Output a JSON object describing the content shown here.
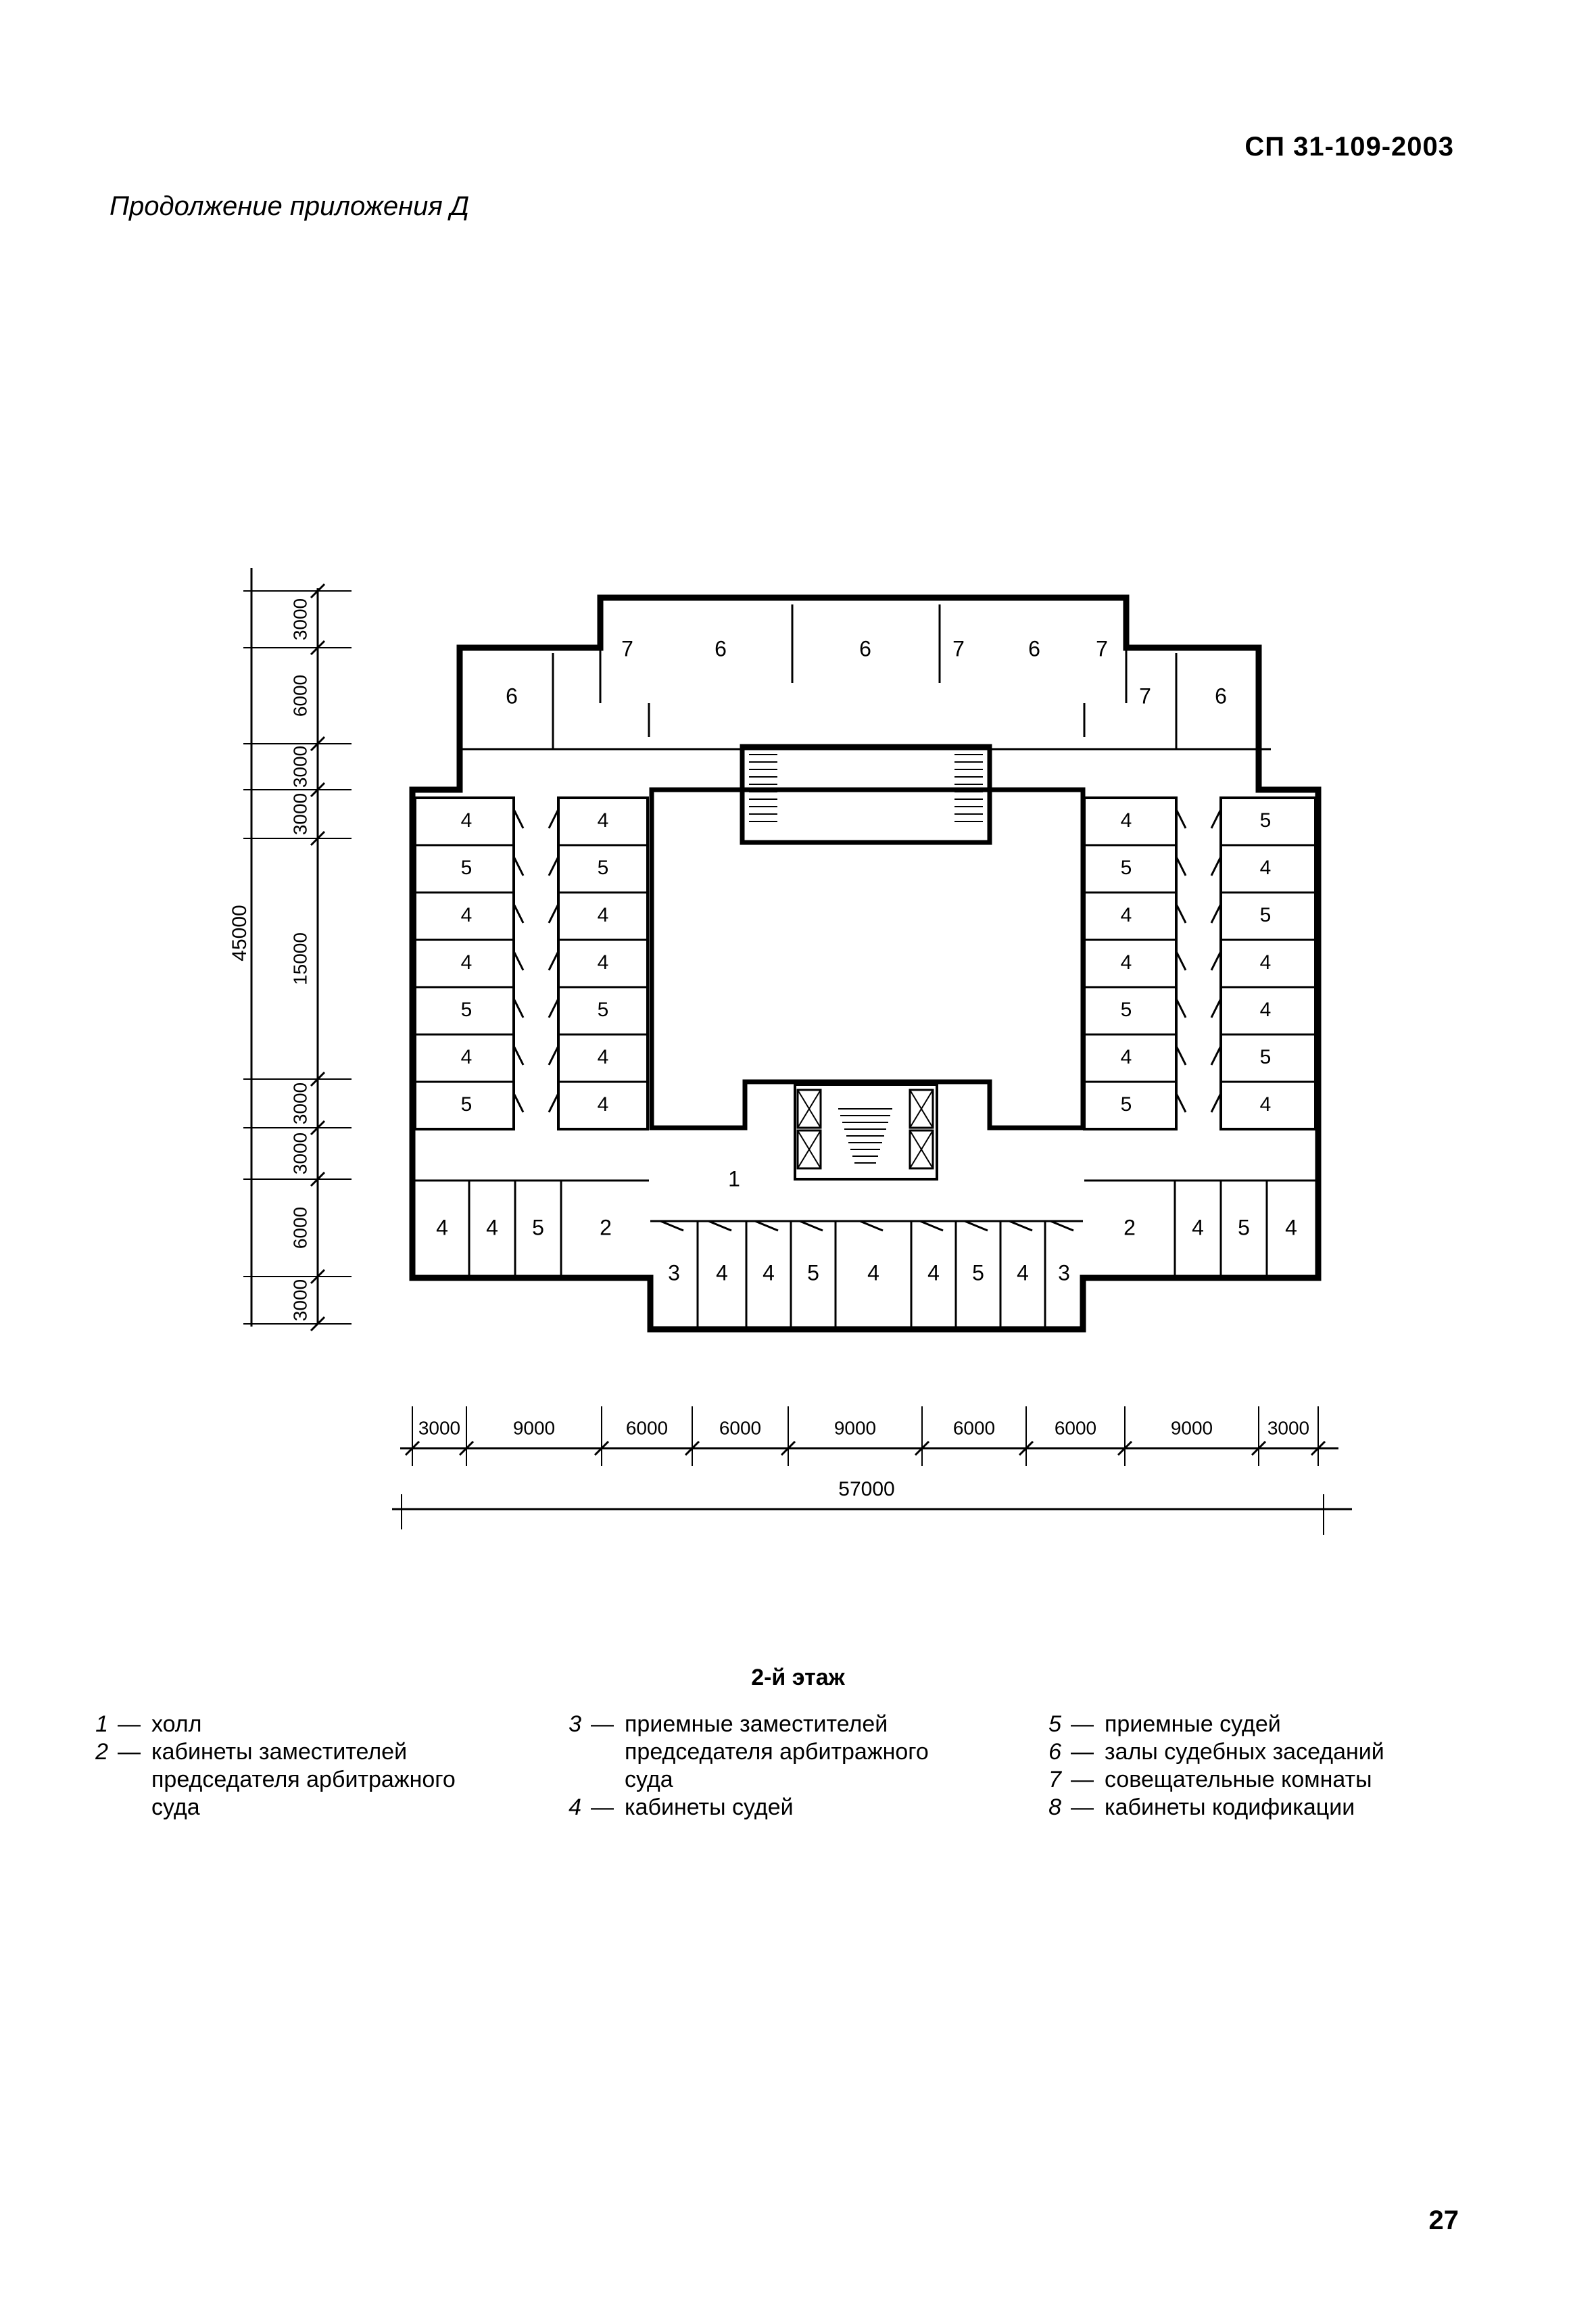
{
  "header": {
    "doc_code": "СП 31-109-2003",
    "appendix_note": "Продолжение приложения Д"
  },
  "plan": {
    "overall_height_dim": "45000",
    "overall_width_dim": "57000",
    "left_dims": [
      "3000",
      "6000",
      "3000",
      "3000",
      "15000",
      "3000",
      "3000",
      "6000",
      "3000"
    ],
    "bottom_dims": [
      "3000",
      "9000",
      "6000",
      "6000",
      "9000",
      "6000",
      "6000",
      "9000",
      "3000"
    ],
    "room_labels": {
      "hall": "1",
      "top_rooms": [
        "6",
        "7",
        "6",
        "6",
        "7",
        "6",
        "7",
        "7",
        "6"
      ],
      "left_outer": [
        "4",
        "5",
        "4",
        "4",
        "5",
        "4",
        "5"
      ],
      "left_inner": [
        "4",
        "5",
        "4",
        "4",
        "5",
        "4",
        "4"
      ],
      "right_inner": [
        "4",
        "5",
        "4",
        "4",
        "5",
        "4",
        "5"
      ],
      "right_outer": [
        "5",
        "4",
        "5",
        "4",
        "4",
        "5",
        "4"
      ],
      "bottom_left": [
        "4",
        "4",
        "5",
        "2"
      ],
      "bottom_right": [
        "2",
        "4",
        "5",
        "4"
      ],
      "bottom_center": [
        "3",
        "4",
        "4",
        "5",
        "4",
        "4",
        "5",
        "4",
        "3"
      ]
    }
  },
  "floor_title": "2-й этаж",
  "legend": [
    [
      {
        "num": "1",
        "text": "холл"
      },
      {
        "num": "2",
        "text": "кабинеты заместителей председателя арбитражного суда"
      }
    ],
    [
      {
        "num": "3",
        "text": "приемные заместителей председателя арбитражного суда"
      },
      {
        "num": "4",
        "text": "кабинеты судей"
      }
    ],
    [
      {
        "num": "5",
        "text": "приемные судей"
      },
      {
        "num": "6",
        "text": "залы судебных заседаний"
      },
      {
        "num": "7",
        "text": "совещательные комнаты"
      },
      {
        "num": "8",
        "text": "кабинеты кодификации"
      }
    ]
  ],
  "page_number": "27"
}
